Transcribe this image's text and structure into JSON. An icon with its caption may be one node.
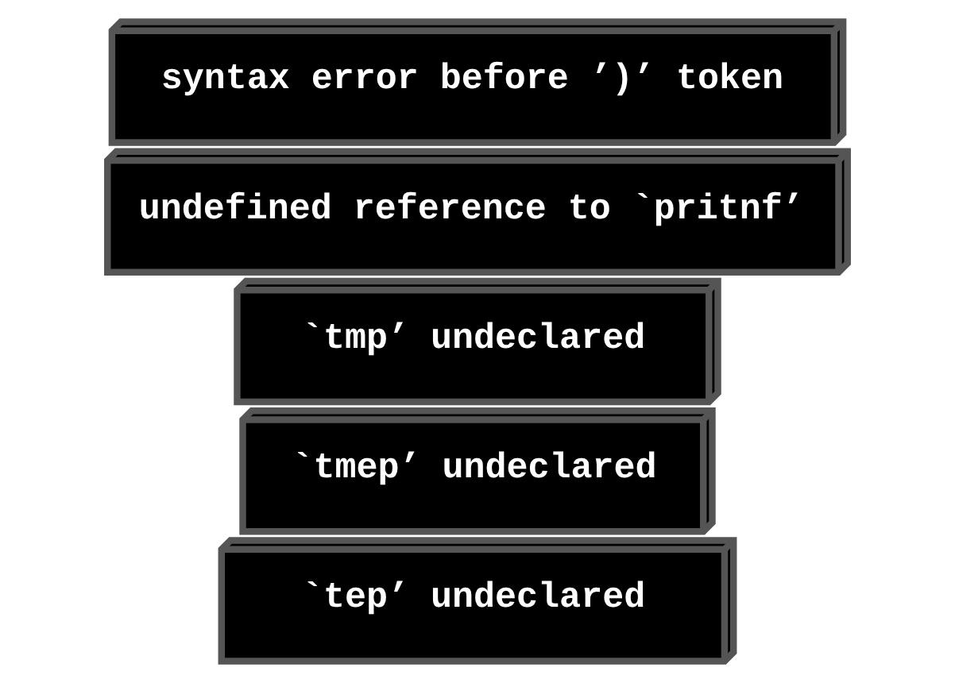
{
  "diagram": {
    "nodes": [
      {
        "text": [
          "`tep’ undeclared"
        ]
      },
      {
        "text": [
          "`tmep’ undeclared"
        ]
      },
      {
        "text": [
          "`tmp’ undeclared"
        ]
      },
      {
        "text": [
          "undefined reference to `pritnf’"
        ]
      },
      {
        "text": [
          "syntax error before ’)’ token"
        ]
      }
    ]
  }
}
